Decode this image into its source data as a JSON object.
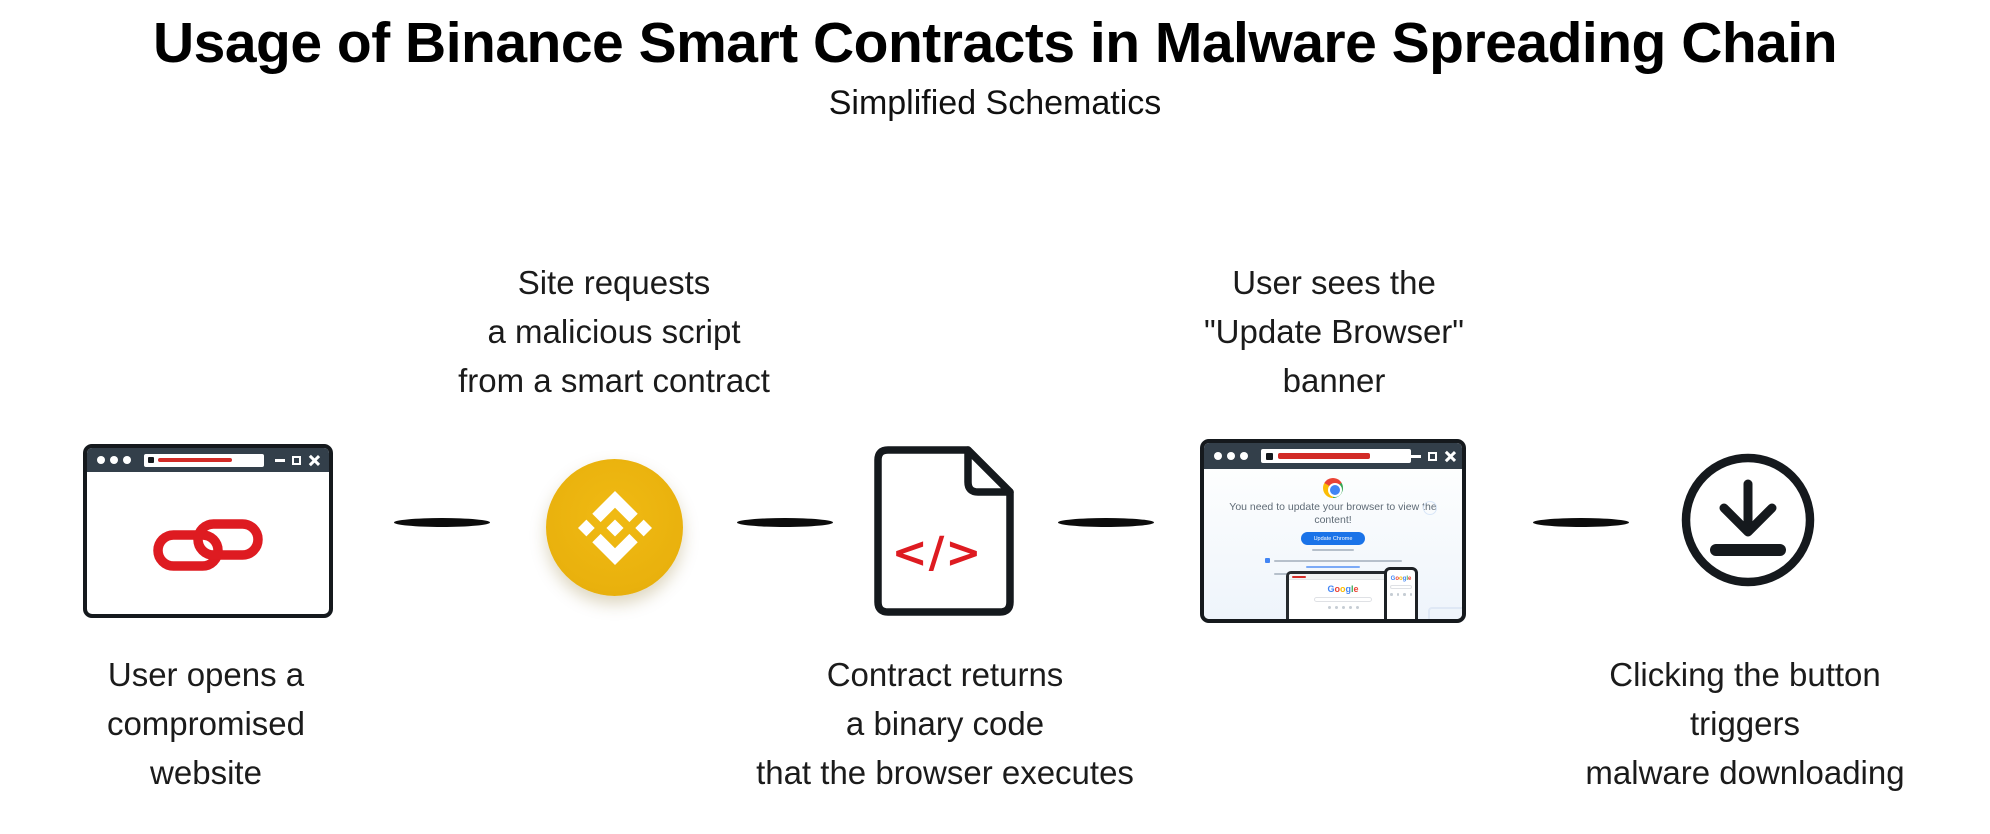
{
  "header": {
    "title": "Usage of Binance Smart Contracts in Malware Spreading Chain",
    "subtitle": "Simplified Schematics"
  },
  "steps": [
    {
      "name": "compromised-website",
      "icon": "browser-link-icon",
      "label_lines": [
        "User opens a",
        "compromised",
        "website"
      ]
    },
    {
      "name": "smart-contract",
      "icon": "binance-icon",
      "label_lines": [
        "Site requests",
        "a malicious script",
        "from a smart contract"
      ]
    },
    {
      "name": "binary-code",
      "icon": "code-document-icon",
      "label_lines": [
        "Contract returns",
        "a binary code",
        "that the browser executes"
      ]
    },
    {
      "name": "update-banner",
      "icon": "browser-update-icon",
      "label_lines": [
        "User sees the",
        "\"Update Browser\"",
        "banner"
      ]
    },
    {
      "name": "malware-download",
      "icon": "download-icon",
      "label_lines": [
        "Clicking the button",
        "triggers",
        "malware downloading"
      ]
    }
  ],
  "document_icon": {
    "glyph": "</>"
  },
  "update_page": {
    "message_lines": [
      "You need to update your browser to view the",
      "content!"
    ],
    "button_label": "Update Chrome",
    "google_letters": [
      "G",
      "o",
      "o",
      "g",
      "l",
      "e"
    ]
  },
  "colors": {
    "binance_gold": "#E9B10D",
    "alert_red": "#DE1B21",
    "url_red": "#D22B27",
    "browser_bar": "#333F4A",
    "chrome_blue": "#1A73E8",
    "connector": "#0C0C0C"
  }
}
